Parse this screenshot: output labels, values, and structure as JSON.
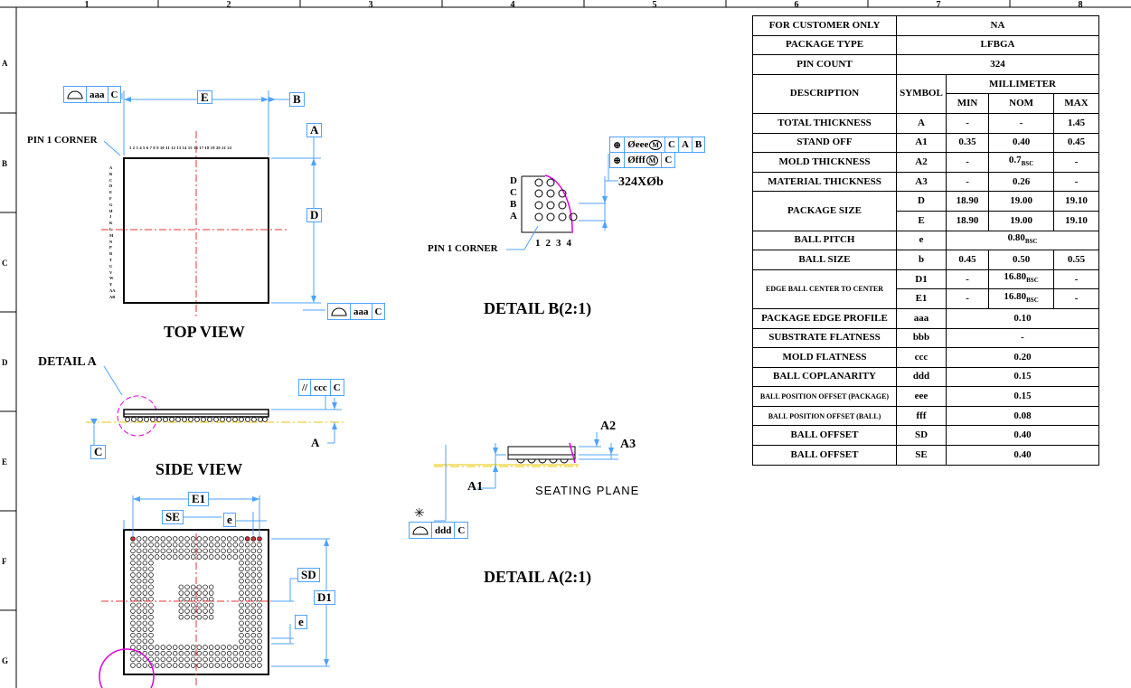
{
  "frame": {
    "columns": [
      "1",
      "2",
      "3",
      "4",
      "5",
      "6",
      "7",
      "8"
    ],
    "rows": [
      "A",
      "B",
      "C",
      "D",
      "E",
      "F",
      "G"
    ]
  },
  "top_view": {
    "title": "TOP VIEW",
    "pin1_label": "PIN 1 CORNER",
    "dim_e": "E",
    "dim_d": "D",
    "datum_a": "A",
    "datum_b": "B",
    "fcf_top": {
      "symbol": "profile",
      "tol": "aaa",
      "datum": "C"
    },
    "fcf_right": {
      "symbol": "profile",
      "tol": "aaa",
      "datum": "C"
    },
    "col_numbers": "1 2 3 4 5 6 7 8 9 10 11 12 13 14 15 16 17 18 19 20 21 22",
    "row_letters": "A B C D E F G H J K L M N P R T U V W Y AA AB"
  },
  "side_view": {
    "title": "SIDE VIEW",
    "detail_a_label": "DETAIL A",
    "datum_c": "C",
    "dim_a": "A",
    "fcf": {
      "symbol": "//",
      "tol": "ccc",
      "datum": "C"
    }
  },
  "detail_b": {
    "title": "DETAIL B(2:1)",
    "pin1_label": "PIN 1 CORNER",
    "ball_callout": "324XØb",
    "fcf1": {
      "pos": "⊕",
      "tol": "Øeee",
      "mod": "M",
      "d1": "C",
      "d2": "A",
      "d3": "B"
    },
    "fcf2": {
      "pos": "⊕",
      "tol": "Øfff",
      "mod": "M",
      "d1": "C"
    },
    "row_letters": [
      "D",
      "C",
      "B",
      "A"
    ],
    "col_numbers": [
      "1",
      "2",
      "3",
      "4"
    ]
  },
  "detail_a": {
    "title": "DETAIL A(2:1)",
    "seating_plane": "SEATING PLANE",
    "a1": "A1",
    "a2": "A2",
    "a3": "A3",
    "fcf": {
      "tol": "ddd",
      "datum": "C"
    }
  },
  "bottom_view": {
    "e1": "E1",
    "se": "SE",
    "e": "e",
    "sd": "SD",
    "d1": "D1",
    "e_side": "e"
  },
  "spec_table": {
    "customer_label": "FOR CUSTOMER ONLY",
    "customer_value": "NA",
    "package_type_label": "PACKAGE TYPE",
    "package_type_value": "LFBGA",
    "pin_count_label": "PIN COUNT",
    "pin_count_value": "324",
    "header": {
      "description": "DESCRIPTION",
      "symbol": "SYMBOL",
      "unit": "MILLIMETER",
      "min": "MIN",
      "nom": "NOM",
      "max": "MAX"
    },
    "rows": [
      {
        "desc": "TOTAL THICKNESS",
        "sym": "A",
        "min": "-",
        "nom": "-",
        "max": "1.45"
      },
      {
        "desc": "STAND OFF",
        "sym": "A1",
        "min": "0.35",
        "nom": "0.40",
        "max": "0.45"
      },
      {
        "desc": "MOLD THICKNESS",
        "sym": "A2",
        "min": "-",
        "nom": "0.7",
        "nom_sub": "BSC",
        "max": "-"
      },
      {
        "desc": "MATERIAL THICKNESS",
        "sym": "A3",
        "min": "-",
        "nom": "0.26",
        "max": "-"
      },
      {
        "desc": "PACKAGE SIZE",
        "sym": "D",
        "min": "18.90",
        "nom": "19.00",
        "max": "19.10"
      },
      {
        "desc": "",
        "sym": "E",
        "min": "18.90",
        "nom": "19.00",
        "max": "19.10"
      },
      {
        "desc": "BALL PITCH",
        "sym": "e",
        "span": "0.80",
        "span_sub": "BSC"
      },
      {
        "desc": "BALL SIZE",
        "sym": "b",
        "min": "0.45",
        "nom": "0.50",
        "max": "0.55"
      },
      {
        "desc": "EDGE BALL CENTER TO CENTER",
        "sym": "D1",
        "min": "-",
        "nom": "16.80",
        "nom_sub": "BSC",
        "max": "-"
      },
      {
        "desc": "",
        "sym": "E1",
        "min": "-",
        "nom": "16.80",
        "nom_sub": "BSC",
        "max": "-"
      },
      {
        "desc": "PACKAGE EDGE PROFILE",
        "sym": "aaa",
        "span": "0.10"
      },
      {
        "desc": "SUBSTRATE FLATNESS",
        "sym": "bbb",
        "span": "-"
      },
      {
        "desc": "MOLD FLATNESS",
        "sym": "ccc",
        "span": "0.20"
      },
      {
        "desc": "BALL COPLANARITY",
        "sym": "ddd",
        "span": "0.15"
      },
      {
        "desc": "BALL POSITION OFFSET (PACKAGE)",
        "sym": "eee",
        "span": "0.15"
      },
      {
        "desc": "BALL POSITION OFFSET (BALL)",
        "sym": "fff",
        "span": "0.08"
      },
      {
        "desc": "BALL OFFSET",
        "sym": "SD",
        "span": "0.40"
      },
      {
        "desc": "BALL OFFSET",
        "sym": "SE",
        "span": "0.40"
      }
    ]
  }
}
